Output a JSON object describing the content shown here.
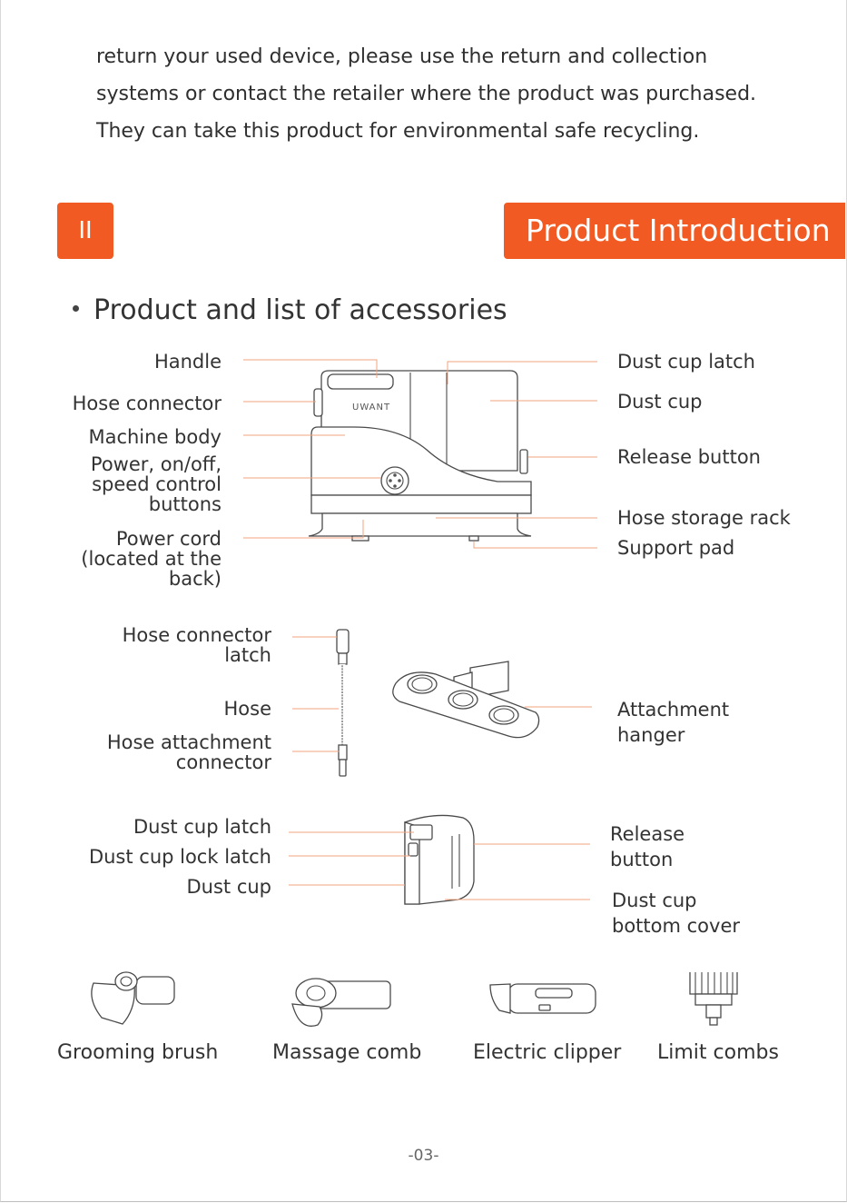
{
  "intro_lines": [
    "return your used device, please use the return and collection",
    "systems or contact the retailer where the product was purchased.",
    "They can take this product for environmental safe recycling."
  ],
  "section_number": "II",
  "section_title": "Product Introduction",
  "subsection_title": "Product and list of accessories",
  "brand_logo_text": "UWANT",
  "main_unit_labels_left": [
    [
      "Handle"
    ],
    [
      "Hose connector"
    ],
    [
      "Machine body"
    ],
    [
      "Power, on/off,",
      "speed control",
      "buttons"
    ],
    [
      "Power cord",
      "(located at the",
      "back)"
    ]
  ],
  "main_unit_labels_right": [
    [
      "Dust cup latch"
    ],
    [
      "Dust cup"
    ],
    [
      "Release button"
    ],
    [
      "Hose storage rack"
    ],
    [
      "Support pad"
    ]
  ],
  "hose_labels": [
    [
      "Hose connector",
      "latch"
    ],
    [
      "Hose"
    ],
    [
      "Hose attachment",
      "connector"
    ]
  ],
  "hanger_label": [
    "Attachment",
    "hanger"
  ],
  "dustcup_labels_left": [
    [
      "Dust cup latch"
    ],
    [
      "Dust cup lock latch"
    ],
    [
      "Dust cup"
    ]
  ],
  "dustcup_labels_right": [
    [
      "Release",
      "button"
    ],
    [
      "Dust cup",
      "bottom cover"
    ]
  ],
  "accessories": [
    "Grooming brush",
    "Massage comb",
    "Electric clipper",
    "Limit combs"
  ],
  "page_number": "-03-",
  "colors": {
    "accent": "#f15a22",
    "leader_line": "#f0a37f",
    "text": "#333333"
  }
}
